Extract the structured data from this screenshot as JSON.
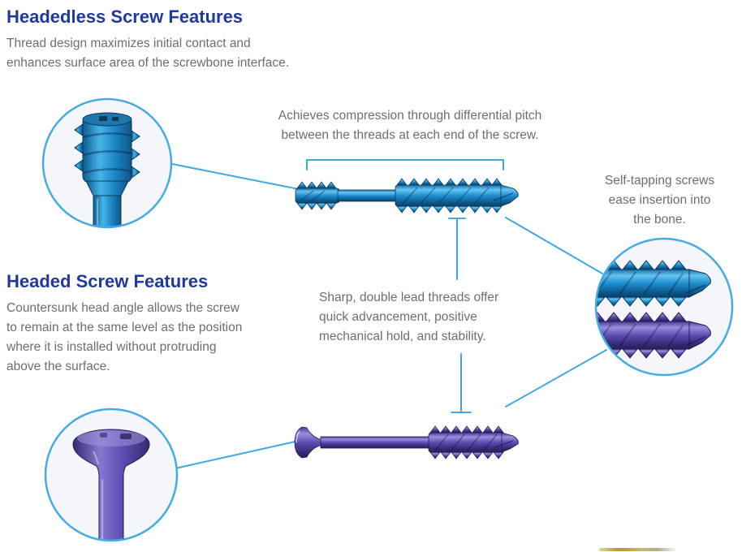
{
  "headless_section": {
    "title": "Headedless Screw Features",
    "description_lines": [
      "Thread design maximizes initial contact and",
      "enhances surface area of the screwbone interface."
    ]
  },
  "headed_section": {
    "title": "Headed Screw Features",
    "description_lines": [
      "Countersunk head angle allows the screw",
      "to remain at the same level as the position",
      "where it is installed without protruding",
      "above the surface."
    ]
  },
  "annotations": {
    "compression_lines": [
      "Achieves compression through differential pitch",
      "between the threads at each end of the screw."
    ],
    "self_tapping_lines": [
      "Self-tapping screws",
      "ease insertion into",
      "the bone."
    ],
    "double_lead_lines": [
      "Sharp, double lead threads offer",
      "quick advancement, positive",
      "mechanical hold, and stability."
    ]
  },
  "colors": {
    "heading_blue": "#1e3a9e",
    "body_gray": "#6d6e71",
    "connector_blue": "#3fa9e1",
    "circle_border": "#45abe3",
    "circle_fill": "#f4f6fa",
    "screw_blue": "#1d87c9",
    "screw_purple": "#5a4eb2",
    "gold_accent": "#b5953f"
  }
}
